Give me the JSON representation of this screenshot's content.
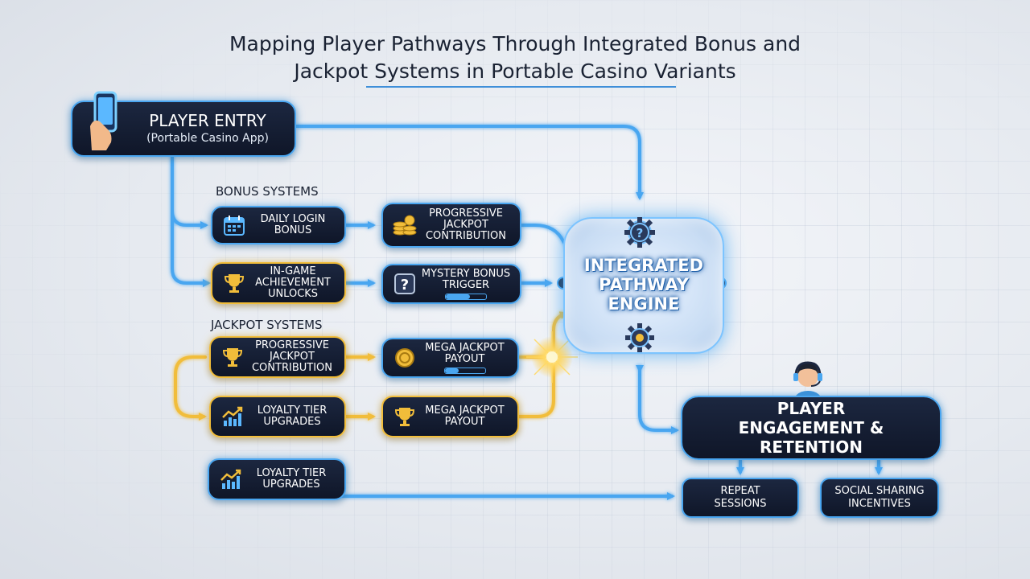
{
  "title": {
    "line1": "Mapping Player Pathways Through Integrated Bonus and",
    "line2": "Jackpot Systems in Portable Casino Variants"
  },
  "entry": {
    "title": "Player Entry",
    "subtitle": "(Portable Casino App)",
    "icon": "phone-hand-icon"
  },
  "bonus_label": "Bonus Systems",
  "jackpot_label": "Jackpot Systems",
  "nodes": {
    "daily_login": {
      "label": "Daily Login Bonus",
      "icon": "calendar-icon"
    },
    "progressive_top": {
      "label": "Progressive Jackpot Contribution",
      "icon": "coins-icon"
    },
    "achievement": {
      "label": "In-Game Achievement Unlocks",
      "icon": "trophy-icon"
    },
    "mystery": {
      "label": "Mystery Bonus Trigger",
      "icon": "question-box-icon"
    },
    "progressive_jackpot": {
      "label": "Progressive Jackpot Contribution",
      "icon": "trophy-icon"
    },
    "mega_payout_1": {
      "label": "Mega Jackpot Payout",
      "icon": "coins-icon"
    },
    "loyalty_1": {
      "label": "Loyalty Tier Upgrades",
      "icon": "trend-chart-icon"
    },
    "mega_payout_2": {
      "label": "Mega Jackpot Payout",
      "icon": "trophy-icon"
    },
    "loyalty_2": {
      "label": "Loyalty Tier Upgrades",
      "icon": "trend-chart-icon"
    }
  },
  "engine": {
    "label": "Integrated Pathway Engine",
    "icons": [
      "gear-question-icon",
      "gear-icon"
    ]
  },
  "engagement": {
    "label": "Player Engagement & Retention",
    "icon": "support-agent-icon"
  },
  "repeat": {
    "label": "Repeat Sessions"
  },
  "social": {
    "label": "Social Sharing Incentives"
  },
  "colors": {
    "blue": "#4aa6f0",
    "gold": "#f1bd3a",
    "navy": "#121b30"
  }
}
